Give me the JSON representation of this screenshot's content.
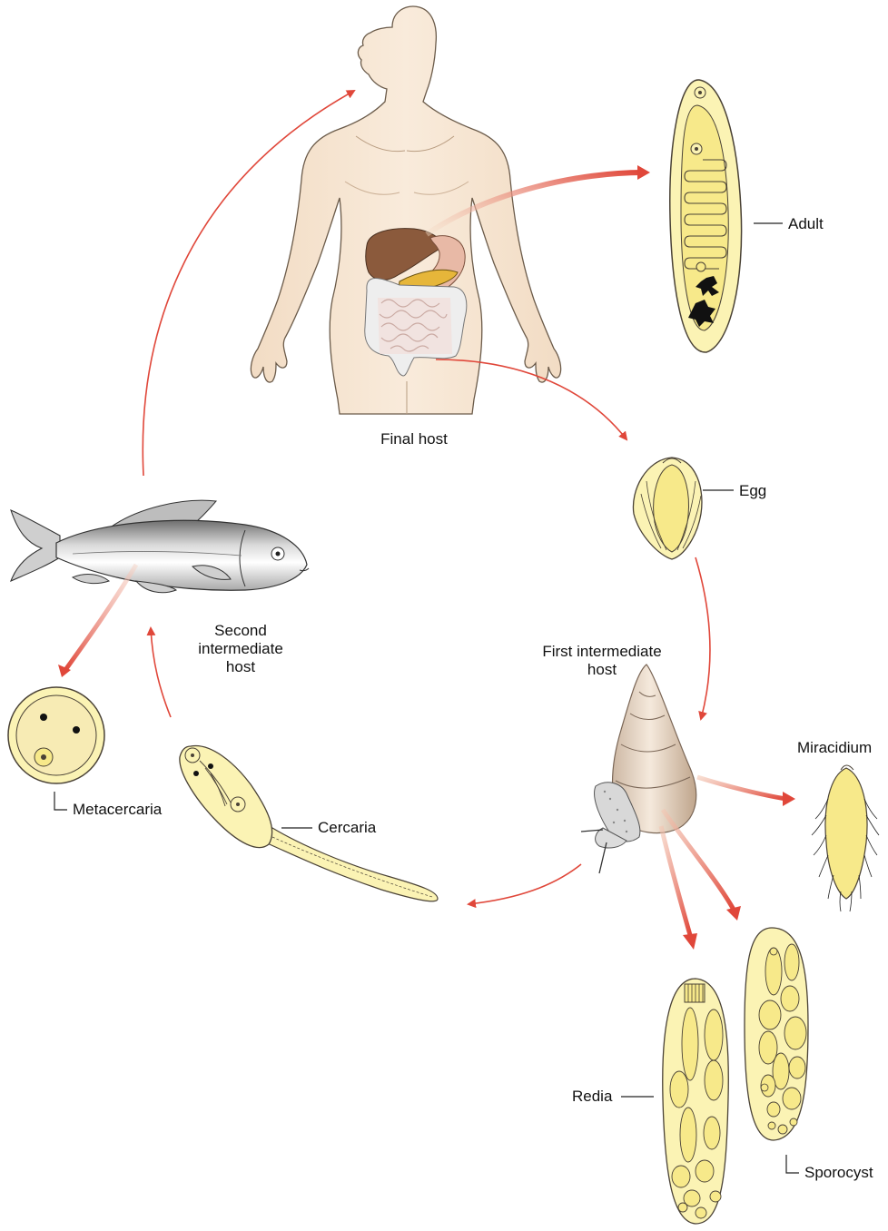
{
  "labels": {
    "final_host": "Final host",
    "adult": "Adult",
    "egg": "Egg",
    "first_host_line1": "First intermediate",
    "first_host_line2": "host",
    "miracidium": "Miracidium",
    "sporocyst": "Sporocyst",
    "redia": "Redia",
    "cercaria": "Cercaria",
    "metacercaria": "Metacercaria",
    "second_host_line1": "Second",
    "second_host_line2": "intermediate",
    "second_host_line3": "host"
  },
  "colors": {
    "arrow": "#e0473a",
    "parasite_fill": "#fbf3b4",
    "parasite_body": "#f7e98a",
    "parasite_stroke": "#4a4236",
    "skin": "#f6e4cf",
    "liver": "#8b5a3c"
  }
}
